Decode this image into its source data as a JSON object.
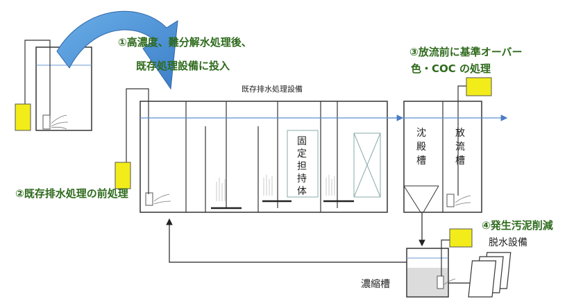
{
  "annotations": {
    "step1_line1": "①高濃度、難分解水処理後、",
    "step1_line2": "既存処理設備に投入",
    "step2": "②既存排水処理の前処理",
    "step3_line1": "③放流前に基準オーバー",
    "step3_line2": "色・COC の処理",
    "step4": "④発生汚泥削減"
  },
  "labels": {
    "existing_facility": "既存排水処理設備",
    "fixed_carrier": [
      "固",
      "定",
      "担",
      "持",
      "体"
    ],
    "settling_tank": [
      "沈",
      "殿",
      "槽"
    ],
    "discharge_tank": [
      "放",
      "流",
      "槽"
    ],
    "thickener_tank": "濃縮槽",
    "dewatering": "脱水設備"
  },
  "colors": {
    "annotation_green": "#2e6a1c",
    "device_yellow": "#f2ec1a",
    "arrow_blue": "#4a8fd4",
    "water_line": "#5b8fd0"
  }
}
